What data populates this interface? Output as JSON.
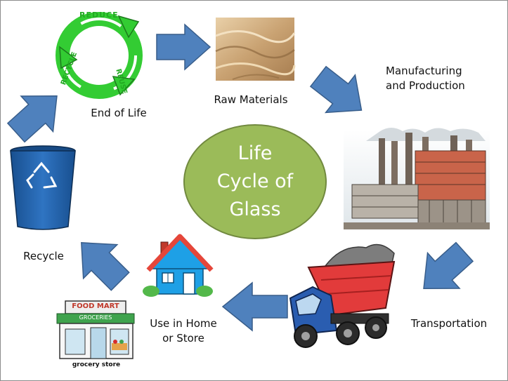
{
  "diagram": {
    "title_lines": [
      "Life",
      "Cycle of",
      "Glass"
    ],
    "stages": {
      "raw_materials": "Raw Materials",
      "manufacturing": [
        "Manufacturing",
        "and Production"
      ],
      "transportation": "Transportation",
      "use": [
        "Use in Home",
        "or Store"
      ],
      "recycle": "Recycle",
      "end_of_life": "End of Life"
    },
    "recycle_symbol_words": [
      "REDUCE",
      "REUSE",
      "RECYCLE"
    ],
    "store_sign": "FOOD MART",
    "store_awning": "GROCERIES",
    "store_caption": "grocery store"
  },
  "colors": {
    "arrow": "#4f81bd",
    "arrow_border": "#385d8a",
    "center_fill": "#9bbb59",
    "recycle_green": "#33cc33",
    "bin_blue": "#1f5fa8",
    "truck_red": "#e23b3b",
    "truck_blue": "#2a5db0",
    "house_blue": "#1ea0e6",
    "house_roof": "#e5463a"
  },
  "icons": [
    "recycle-symbol-icon",
    "sand-icon",
    "factory-icon",
    "dump-truck-icon",
    "house-icon",
    "grocery-store-icon",
    "recycle-bin-icon"
  ]
}
